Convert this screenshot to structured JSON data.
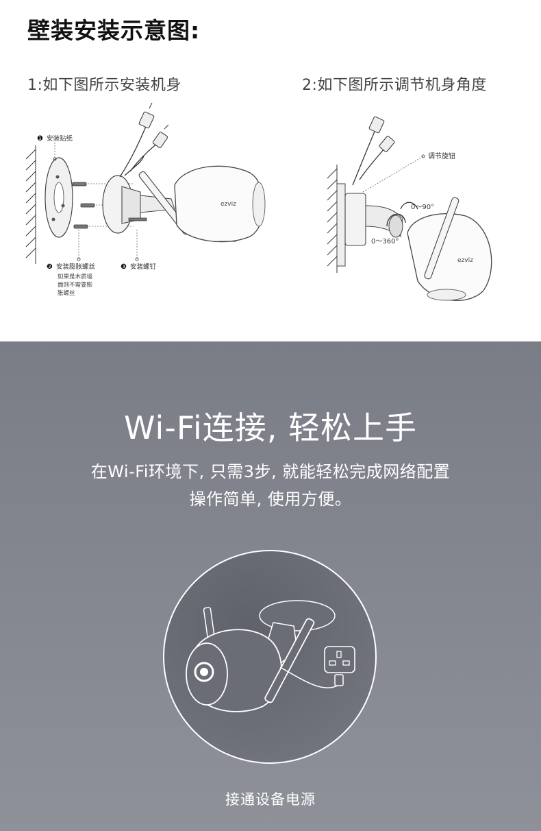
{
  "header": {
    "title": "壁装安装示意图:",
    "step1_label": "1:如下图所示安装机身",
    "step2_label": "2:如下图所示调节机身角度"
  },
  "figure1": {
    "callout1_num": "❶",
    "callout1": "安装贴纸",
    "callout2_num": "❷",
    "callout2": "安装膨胀螺丝",
    "callout2_note_line1": "如果是木质墙",
    "callout2_note_line2": "面则不需要膨",
    "callout2_note_line3": "胀螺丝",
    "callout3_num": "❸",
    "callout3": "安装螺钉",
    "brand": "ezviz"
  },
  "figure2": {
    "knob_label": "调节旋钮",
    "angle_tilt": "0～90°",
    "angle_pan": "0～360°",
    "brand": "ezviz"
  },
  "wifi": {
    "title": "Wi-Fi连接, 轻松上手",
    "subtitle_line1": "在Wi-Fi环境下, 只需3步, 就能轻松完成网络配置",
    "subtitle_line2": "操作简单, 使用方便。",
    "caption": "接通设备电源"
  },
  "colors": {
    "bottom_bg": "#808389",
    "circle_bg": "#686b73",
    "text_white": "#ffffff"
  }
}
